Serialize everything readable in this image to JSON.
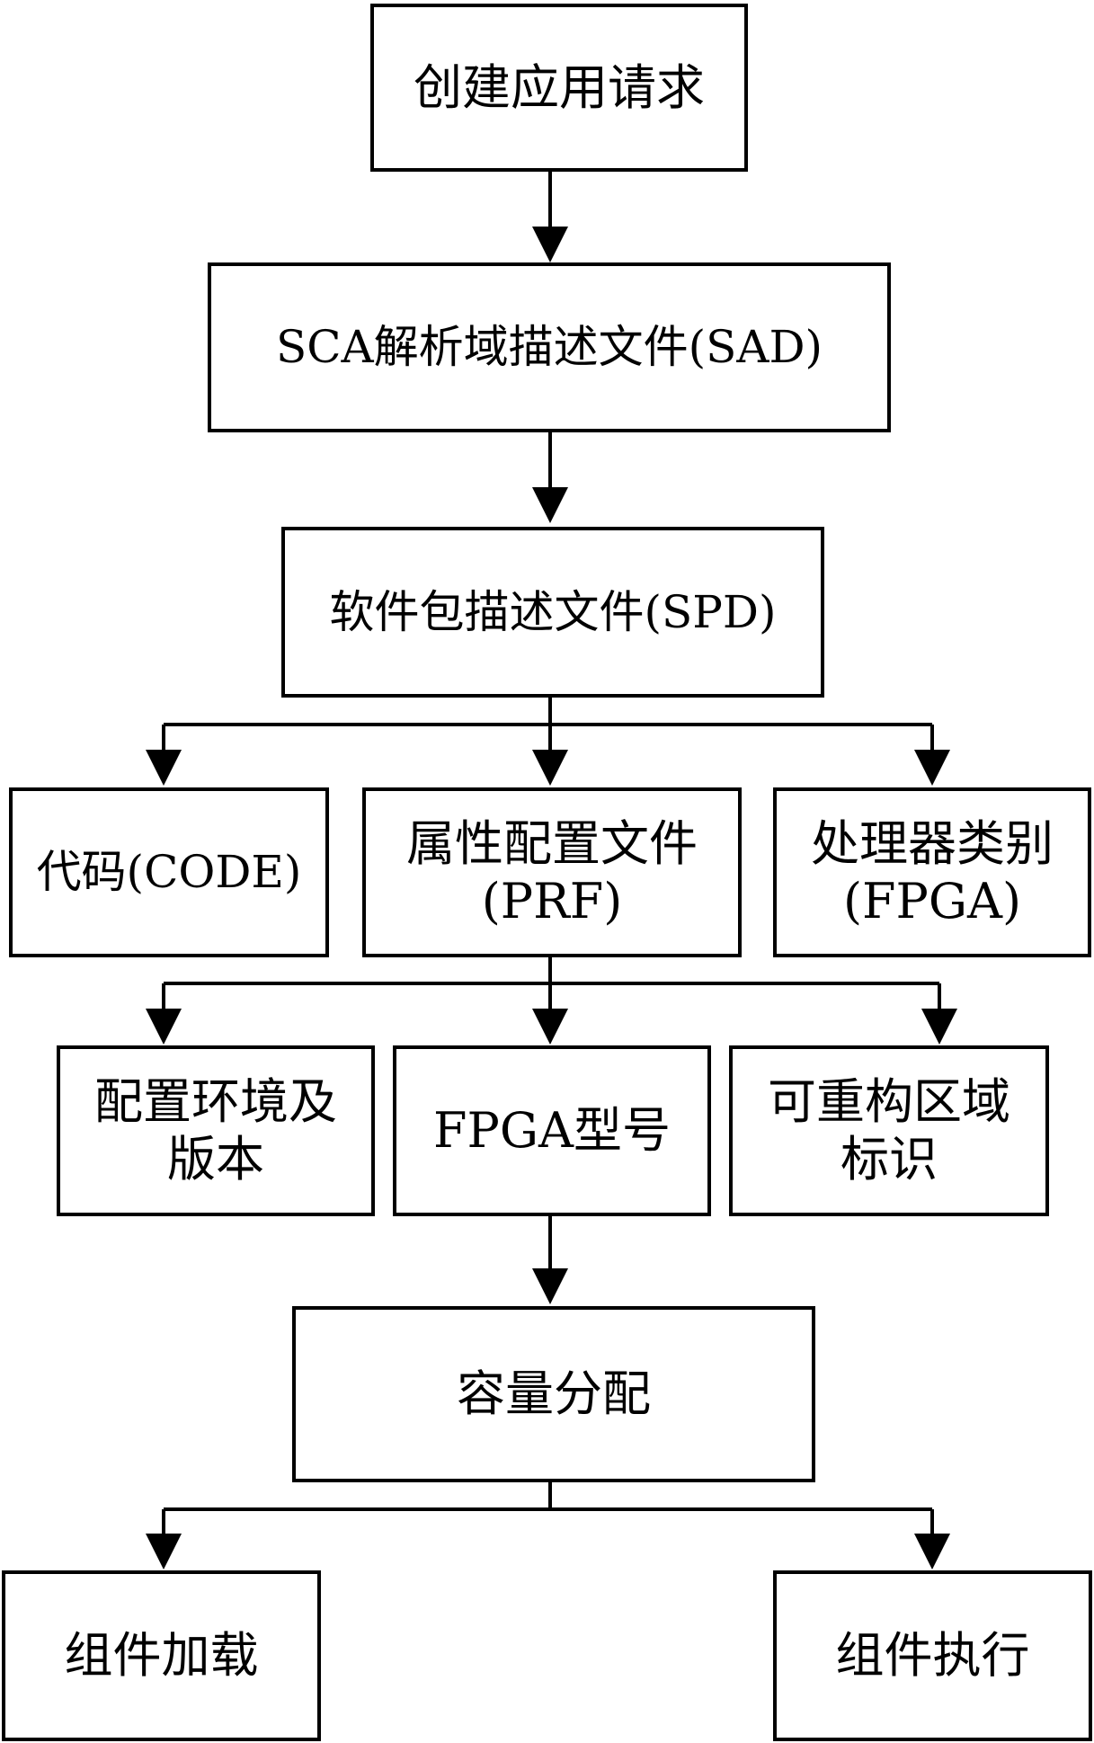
{
  "nodes": {
    "create_request": "创建应用请求",
    "sad": "SCA解析域描述文件(SAD)",
    "spd": "软件包描述文件(SPD)",
    "code": "代码(CODE)",
    "prf": "属性配置文件\n(PRF)",
    "processor": "处理器类别\n(FPGA)",
    "env_version": "配置环境及\n版本",
    "fpga_model": "FPGA型号",
    "reconfig_id": "可重构区域\n标识",
    "capacity": "容量分配",
    "load": "组件加载",
    "execute": "组件执行"
  }
}
